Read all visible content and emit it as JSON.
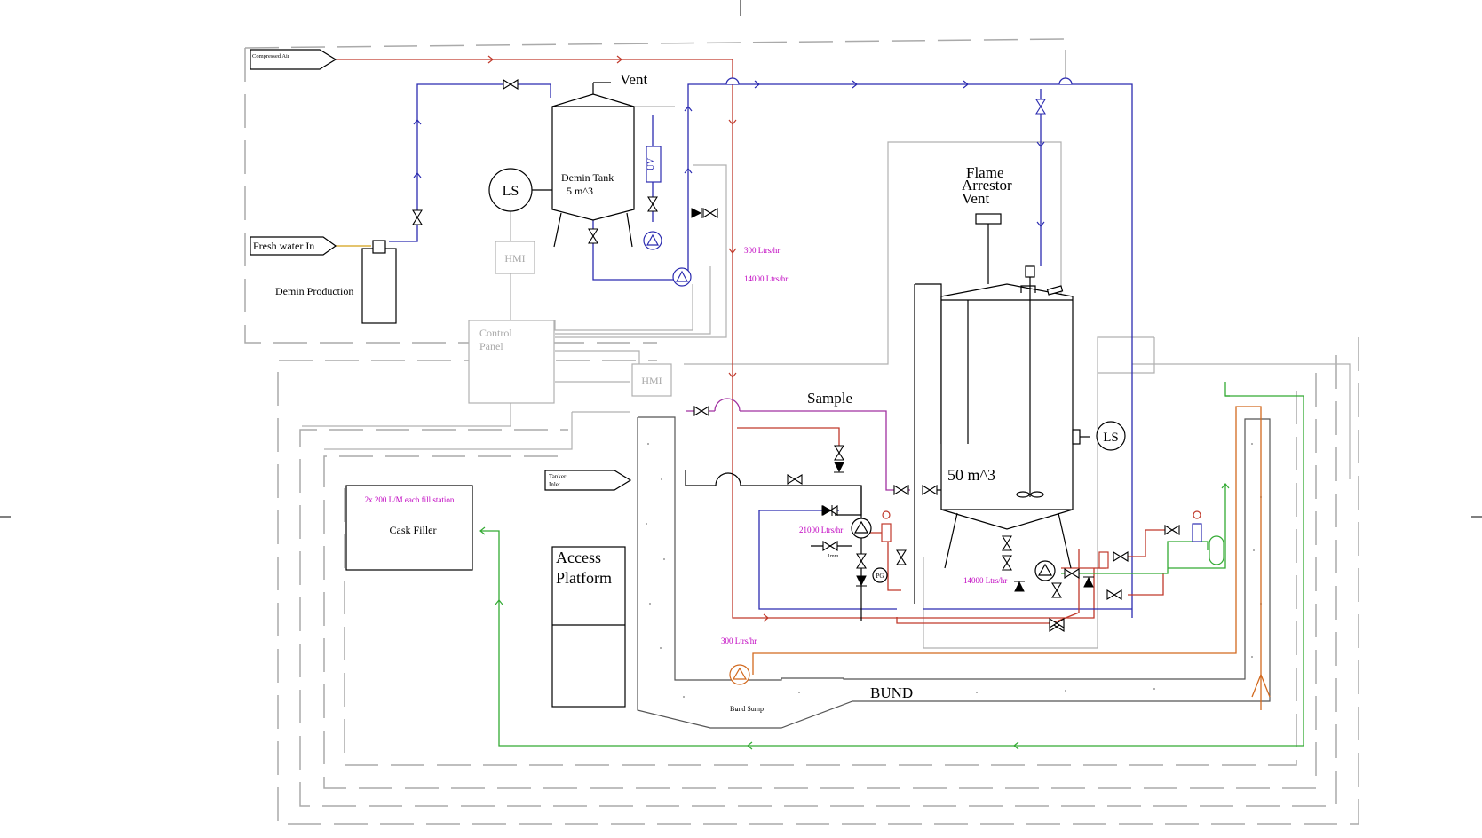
{
  "labels": {
    "compressed_air": "Compressed Air",
    "vent": "Vent",
    "demin_tank": "Demin Tank",
    "demin_tank_volume": "5 m^3",
    "uv": "UV",
    "ls": "LS",
    "hmi": "HMI",
    "fresh_water_in": "Fresh water In",
    "demin_production": "Demin Production",
    "control_panel_line1": "Control",
    "control_panel_line2": "Panel",
    "flow_300_top": "300 Ltrs/hr",
    "flow_14000_top": "14000 Ltrs/hr",
    "flame_arrestor_line1": "Flame",
    "flame_arrestor_line2": "Arrestor",
    "flame_arrestor_line3": "Vent",
    "sample": "Sample",
    "main_tank_volume": "50 m^3",
    "tanker_inlet_line1": "Tanker",
    "tanker_inlet_line2": "Inlet",
    "cask_filler_note": "2x 200 L/M each fill station",
    "cask_filler": "Cask Filler",
    "access_platform_line1": "Access",
    "access_platform_line2": "Platform",
    "flow_21000": "21000 Ltrs/hr",
    "flow_14000_bottom": "14000 Ltrs/hr",
    "pg": "PG",
    "flow_300_bottom": "300 Ltrs/hr",
    "bund_sump": "Bund Sump",
    "bund": "BUND",
    "small_label": "1mm"
  },
  "colors": {
    "air_line": "#c0392b",
    "water_line": "#2b2bb0",
    "sample_line": "#a030a0",
    "recirc_line": "#c0392b",
    "return_line": "#33aa33",
    "sump_line": "#d2691e",
    "fresh_water_line": "#d4a017",
    "flow_text": "#c000c0",
    "control_wire": "#b0b0b0",
    "outline": "#000000"
  }
}
